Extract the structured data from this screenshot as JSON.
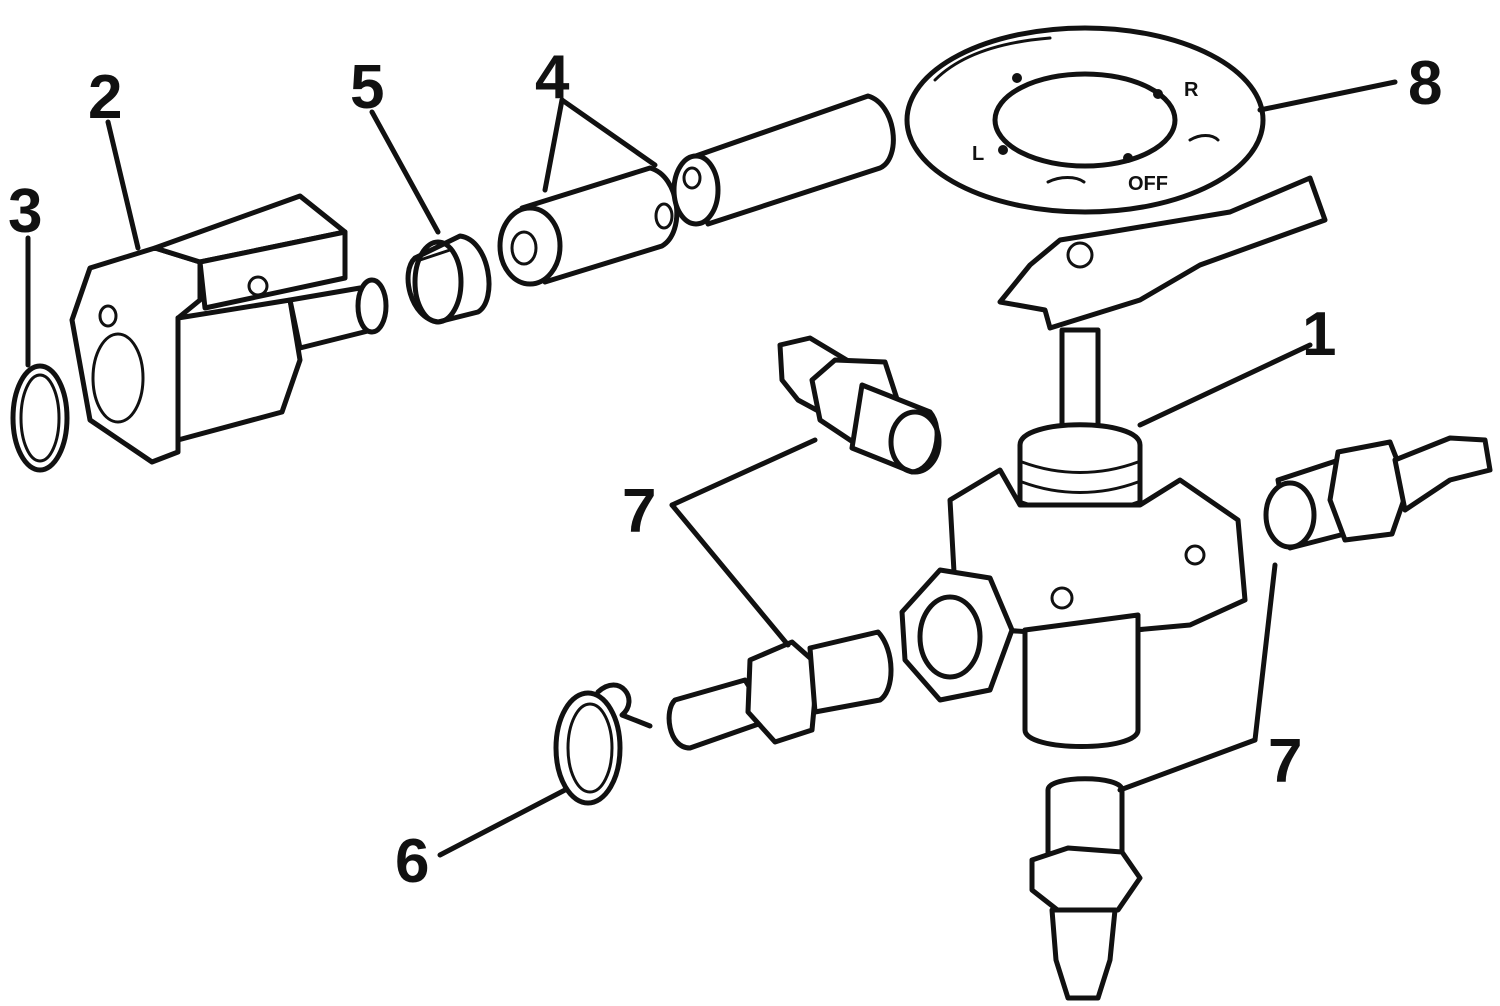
{
  "callouts": [
    {
      "id": "1",
      "label": "1"
    },
    {
      "id": "2",
      "label": "2"
    },
    {
      "id": "3",
      "label": "3"
    },
    {
      "id": "4",
      "label": "4"
    },
    {
      "id": "5",
      "label": "5"
    },
    {
      "id": "6",
      "label": "6"
    },
    {
      "id": "7a",
      "label": "7"
    },
    {
      "id": "7b",
      "label": "7"
    },
    {
      "id": "8",
      "label": "8"
    }
  ],
  "plate_markings": {
    "off": "OFF",
    "left": "L",
    "right": "R"
  },
  "colors": {
    "ink": "#111111",
    "paper": "#ffffff"
  }
}
